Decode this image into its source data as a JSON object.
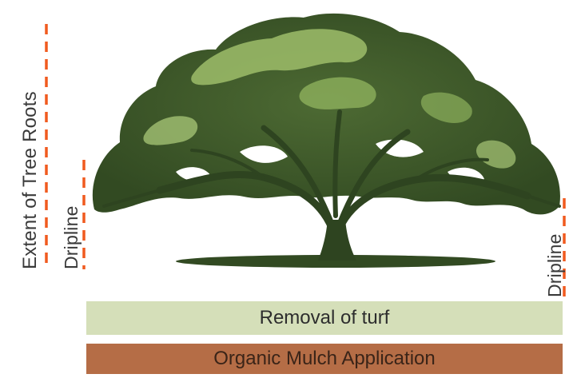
{
  "labels": {
    "extent_of_roots": "Extent  of Tree Roots",
    "dripline_left": "Dripline",
    "dripline_right": "Dripline"
  },
  "bands": {
    "turf": "Removal of turf",
    "mulch": "Organic Mulch Application"
  },
  "colors": {
    "marker": "#f05a1f",
    "tree_dark": "#3f5a2c",
    "tree_light": "#9dbd6a",
    "turf_band": "#d5dfb9",
    "mulch_band": "#b56d46"
  },
  "icons": {
    "tree": "oak-tree-illustration"
  }
}
